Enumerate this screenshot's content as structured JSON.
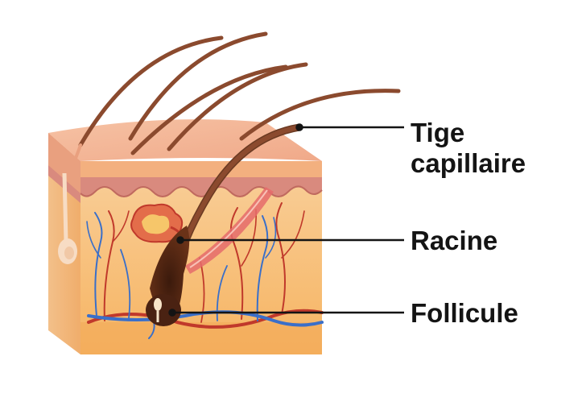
{
  "labels": {
    "tige_line1": "Tige",
    "tige_line2": "capillaire",
    "racine": "Racine",
    "follicule": "Follicule"
  },
  "colors": {
    "hair": "#8b4a2e",
    "epidermis": "#f3b58d",
    "dermis": "#f7c88c",
    "hypodermis": "#f6b56c",
    "artery": "#c0392b",
    "vein": "#3a6fc9",
    "label_text": "#141414"
  }
}
